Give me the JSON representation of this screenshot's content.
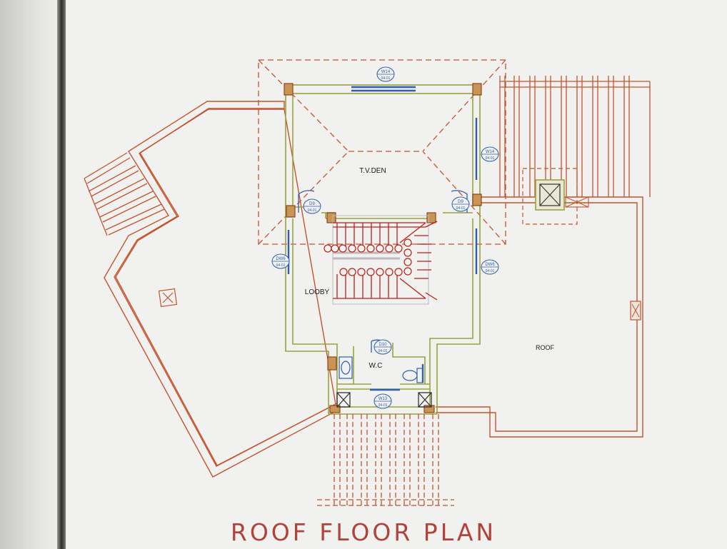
{
  "drawing": {
    "title": "ROOF FLOOR PLAN",
    "rooms": {
      "tv_den": "T.V.DEN",
      "lobby": "LOOBY",
      "wc": "W.C",
      "roof": "ROOF"
    },
    "tags": {
      "w14_top": {
        "code": "W14",
        "sub": "04-01"
      },
      "w14_right": {
        "code": "W14",
        "sub": "04-01"
      },
      "d9_left": {
        "code": "D9",
        "sub": "04-01"
      },
      "d9_right": {
        "code": "D9",
        "sub": "04-01"
      },
      "dw6_left": {
        "code": "DW6",
        "sub": "04-01"
      },
      "dw6_right": {
        "code": "DW6",
        "sub": "04-01"
      },
      "d10": {
        "code": "D10",
        "sub": "04-01"
      },
      "w13": {
        "code": "W13",
        "sub": "04-01"
      }
    },
    "colors": {
      "walls": "#9aa23c",
      "roof_outline": "#c4542e",
      "stairs": "#c01e14",
      "glazing": "#2e5fb0",
      "title": "#b0433a"
    }
  }
}
